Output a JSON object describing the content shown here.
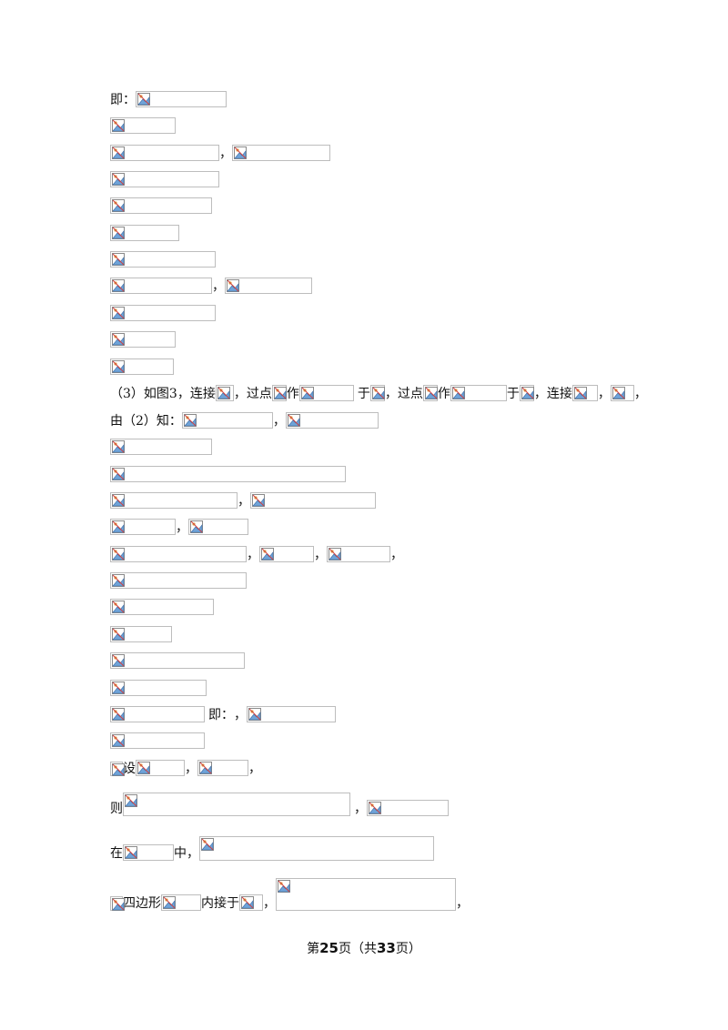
{
  "text": {
    "ji": "即：",
    "comma": "，",
    "step3_prefix": "（3）如图3，连接",
    "guodian": "，过点",
    "zuo": "作",
    "yu": "于",
    "lianjie": "，连接",
    "you2zhi": "由（2）知：",
    "she": "设",
    "ze": "则",
    "zai": "在",
    "zhong": "中，",
    "sibianxing": "四边形",
    "neijieyu": "内接于"
  },
  "footer": {
    "prefix": "第",
    "page": "25",
    "middle": "页（共",
    "total": "33",
    "suffix": "页）"
  },
  "icons": {
    "broken_image": "broken-image-icon"
  }
}
